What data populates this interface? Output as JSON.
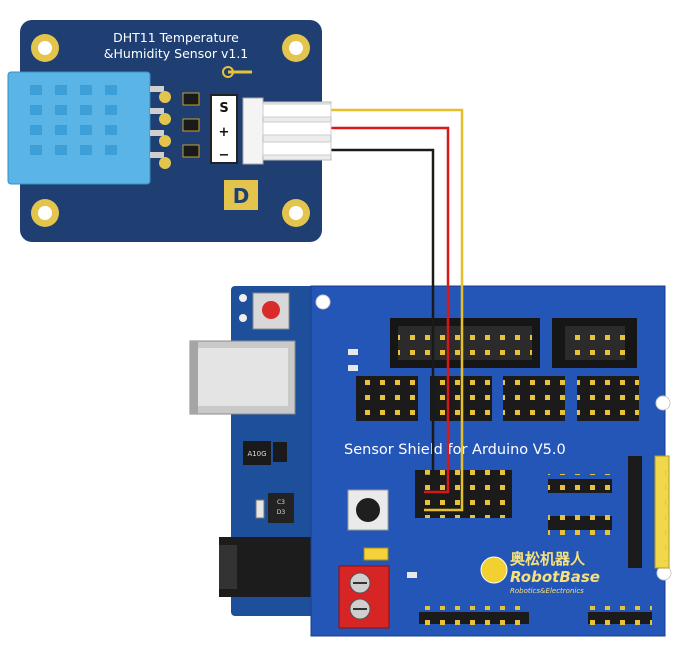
{
  "sensor_module": {
    "title_line1": "DHT11 Temperature",
    "title_line2": "&Humidity Sensor v1.1",
    "pin_s": "S",
    "pin_plus": "+",
    "pin_minus": "−",
    "logo_letter": "D"
  },
  "shield": {
    "title": "Sensor Shield for Arduino V5.0",
    "brand_cn": "奥松机器人",
    "brand_en": "RobotBase",
    "brand_sub": "Robotics&Electronics"
  },
  "arduino": {
    "chip_a": "A10G",
    "chip_b": "C3",
    "chip_c": "D3"
  },
  "wires": [
    {
      "signal": "S",
      "color": "#e6c02a"
    },
    {
      "signal": "+",
      "color": "#d81818"
    },
    {
      "signal": "-",
      "color": "#1a1a1a"
    }
  ],
  "colors": {
    "sensor_board": "#1f3f73",
    "dht_body": "#5bb4e6",
    "shield_board": "#2456b8",
    "arduino_board": "#1d4f9a",
    "header_black": "#1b1b1b",
    "pin_gold": "#e8c23a"
  }
}
